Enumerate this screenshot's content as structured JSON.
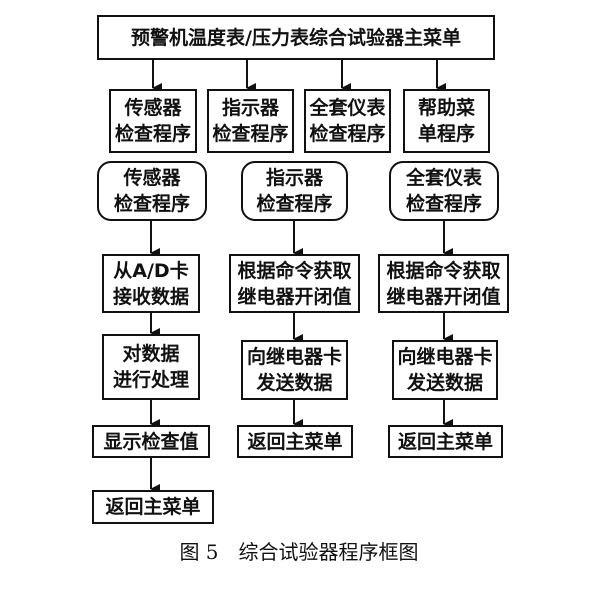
{
  "main_menu": "预警机温度表/压力表综合试验器主菜单",
  "top_row": [
    {
      "line1": "传感器",
      "line2": "检查程序"
    },
    {
      "line1": "指示器",
      "line2": "检查程序"
    },
    {
      "line1": "全套仪表",
      "line2": "检查程序"
    },
    {
      "line1": "帮助菜",
      "line2": "单程序"
    }
  ],
  "sensor_branch": {
    "header": {
      "line1": "传感器",
      "line2": "检查程序"
    },
    "step1": {
      "line1": "从A/D卡",
      "line2": "接收数据"
    },
    "step2": {
      "line1": "对数据",
      "line2": "进行处理"
    },
    "step3": "显示检查值",
    "step4": "返回主菜单"
  },
  "indicator_branch": {
    "header": {
      "line1": "指示器",
      "line2": "检查程序"
    },
    "step1": {
      "line1": "根据命令获取",
      "line2": "继电器开闭值"
    },
    "step2": {
      "line1": "向继电器卡",
      "line2": "发送数据"
    },
    "step3": "返回主菜单"
  },
  "full_branch": {
    "header": {
      "line1": "全套仪表",
      "line2": "检查程序"
    },
    "step1": {
      "line1": "根据命令获取",
      "line2": "继电器开闭值"
    },
    "step2": {
      "line1": "向继电器卡",
      "line2": "发送数据"
    },
    "step3": "返回主菜单"
  },
  "caption": "图 5　综合试验器程序框图"
}
